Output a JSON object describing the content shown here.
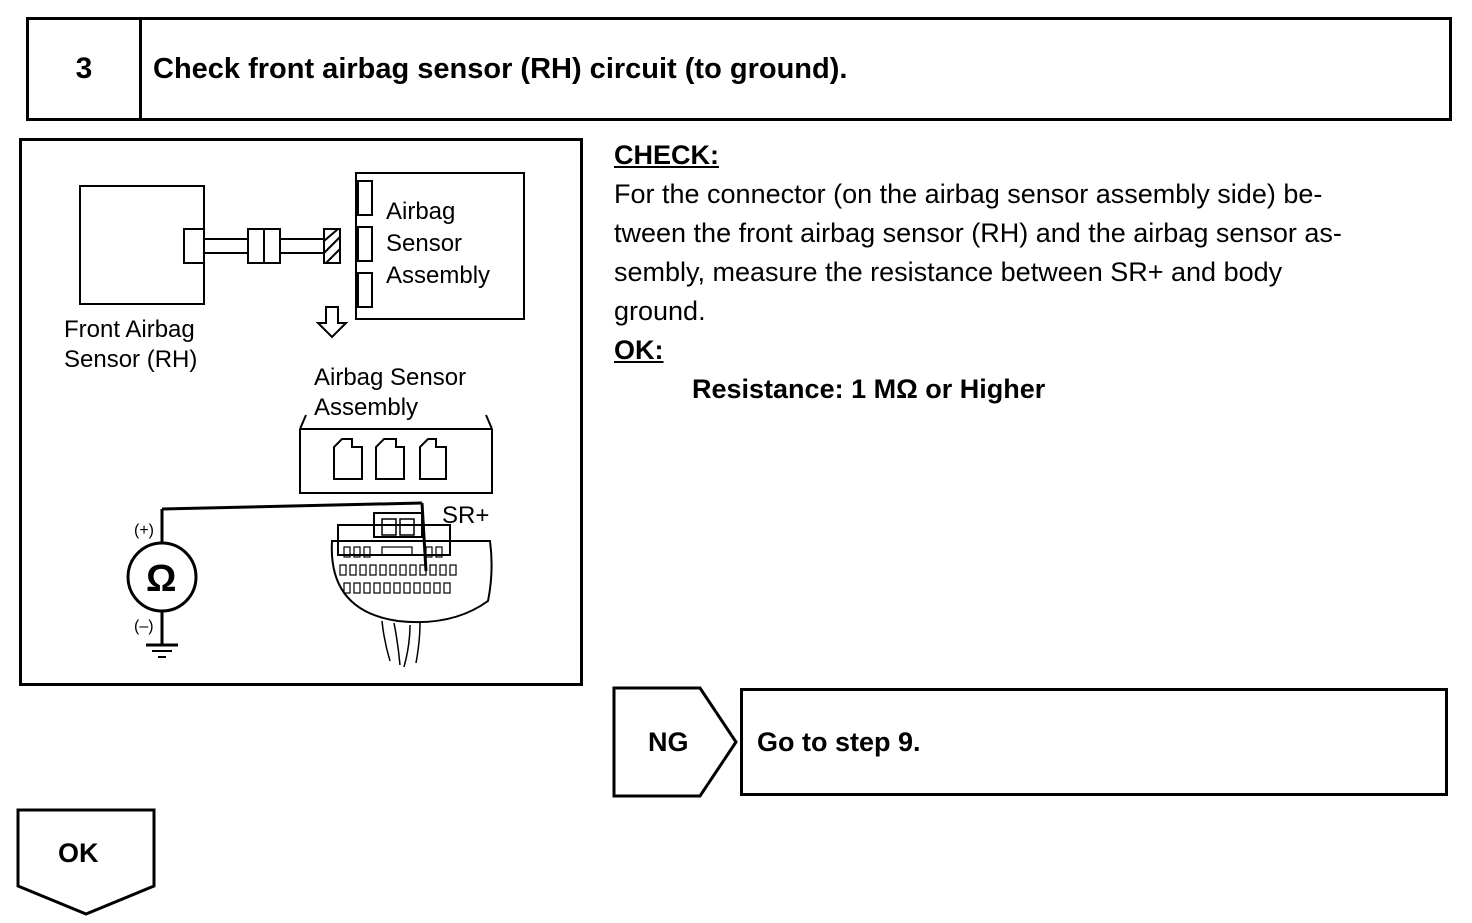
{
  "step": {
    "number": "3",
    "title": "Check front airbag sensor (RH) circuit (to ground)."
  },
  "diagram": {
    "labels": {
      "front_sensor_line1": "Front Airbag",
      "front_sensor_line2": "Sensor (RH)",
      "assembly_top_line1": "Airbag",
      "assembly_top_line2": "Sensor",
      "assembly_top_line3": "Assembly",
      "assembly_mid_line1": "Airbag Sensor",
      "assembly_mid_line2": "Assembly",
      "terminal": "SR+",
      "plus": "(+)",
      "minus": "(–)",
      "meter_symbol": "Ω"
    }
  },
  "check": {
    "heading": "CHECK:",
    "lines": [
      "For the connector (on the airbag sensor assembly side) be-",
      "tween the front airbag sensor (RH) and the airbag sensor as-",
      "sembly, measure the resistance between SR+ and body",
      "ground."
    ],
    "ok_heading": "OK:",
    "spec": "Resistance: 1 MΩ or Higher"
  },
  "results": {
    "ng_label": "NG",
    "ng_action": "Go to step 9.",
    "ok_label": "OK"
  }
}
